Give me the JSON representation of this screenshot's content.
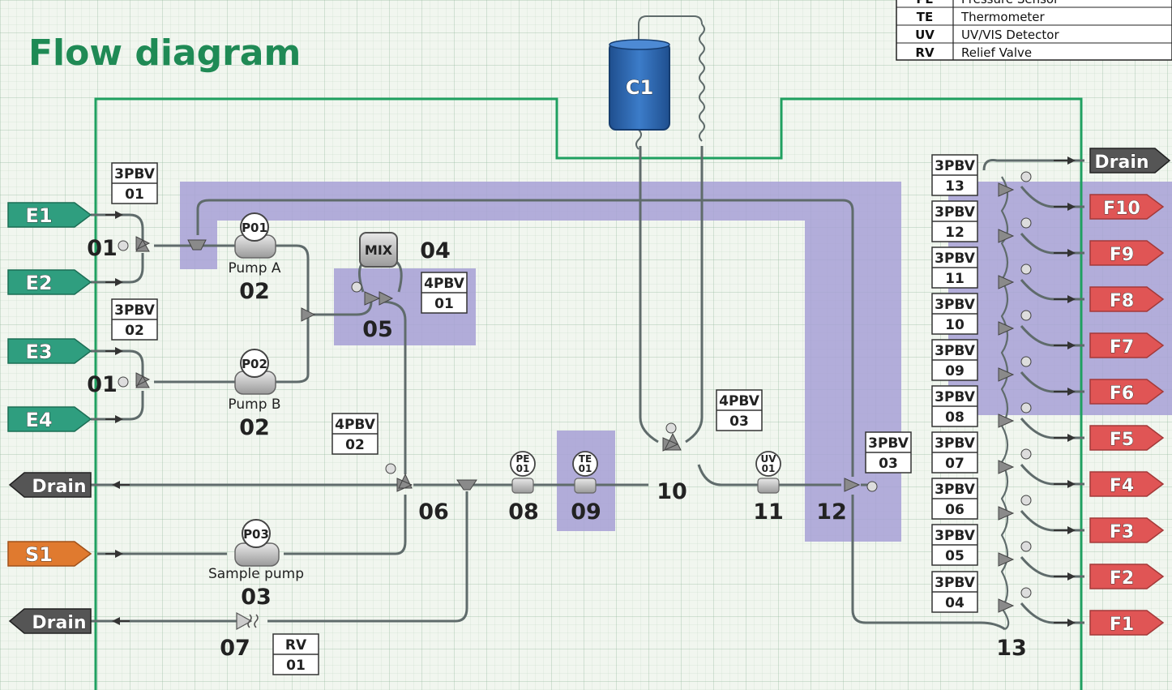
{
  "title": "Flow diagram",
  "legend": [
    {
      "code": "PE",
      "desc": "Pressure Sensor"
    },
    {
      "code": "TE",
      "desc": "Thermometer"
    },
    {
      "code": "UV",
      "desc": "UV/VIS Detector"
    },
    {
      "code": "RV",
      "desc": "Relief Valve"
    }
  ],
  "colors": {
    "inlet": "#2f9e7f",
    "sample": "#e07a2f",
    "drain": "#555555",
    "fraction": "#e05555",
    "highlight": "#a7a0d6",
    "column": "#2a62a8",
    "border": "#1fa060"
  },
  "inlets": [
    {
      "name": "E1",
      "color": "inlet"
    },
    {
      "name": "E2",
      "color": "inlet"
    },
    {
      "name": "E3",
      "color": "inlet"
    },
    {
      "name": "E4",
      "color": "inlet"
    },
    {
      "name": "S1",
      "color": "sample"
    }
  ],
  "drains": [
    "Drain",
    "Drain",
    "Drain"
  ],
  "fractions": [
    "F10",
    "F9",
    "F8",
    "F7",
    "F6",
    "F5",
    "F4",
    "F3",
    "F2",
    "F1"
  ],
  "column": {
    "label": "C1"
  },
  "mixer": {
    "label": "MIX"
  },
  "pumps": [
    {
      "tag": "P01",
      "name": "Pump A",
      "num": "02"
    },
    {
      "tag": "P02",
      "name": "Pump B",
      "num": "02"
    },
    {
      "tag": "P03",
      "name": "Sample pump",
      "num": "03"
    }
  ],
  "sensors": [
    {
      "tag1": "PE",
      "tag2": "01"
    },
    {
      "tag1": "TE",
      "tag2": "01"
    },
    {
      "tag1": "UV",
      "tag2": "01"
    }
  ],
  "valve_boxes": [
    {
      "top": "3PBV",
      "bottom": "01"
    },
    {
      "top": "3PBV",
      "bottom": "02"
    },
    {
      "top": "4PBV",
      "bottom": "01"
    },
    {
      "top": "4PBV",
      "bottom": "02"
    },
    {
      "top": "4PBV",
      "bottom": "03"
    },
    {
      "top": "3PBV",
      "bottom": "03"
    },
    {
      "top": "RV",
      "bottom": "01"
    },
    {
      "top": "3PBV",
      "bottom": "13"
    },
    {
      "top": "3PBV",
      "bottom": "12"
    },
    {
      "top": "3PBV",
      "bottom": "11"
    },
    {
      "top": "3PBV",
      "bottom": "10"
    },
    {
      "top": "3PBV",
      "bottom": "09"
    },
    {
      "top": "3PBV",
      "bottom": "08"
    },
    {
      "top": "3PBV",
      "bottom": "07"
    },
    {
      "top": "3PBV",
      "bottom": "06"
    },
    {
      "top": "3PBV",
      "bottom": "05"
    },
    {
      "top": "3PBV",
      "bottom": "04"
    }
  ],
  "step_numbers": [
    "01",
    "01",
    "04",
    "05",
    "06",
    "07",
    "08",
    "09",
    "10",
    "11",
    "12",
    "13"
  ]
}
